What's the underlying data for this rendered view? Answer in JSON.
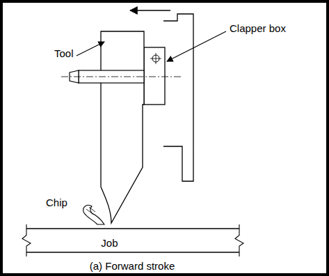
{
  "diagram": {
    "caption": "(a) Forward stroke",
    "nodes": [
      {
        "text": [
          "Job"
        ]
      }
    ],
    "labels": [
      "Tool",
      "Clapper box",
      "Chip"
    ]
  }
}
